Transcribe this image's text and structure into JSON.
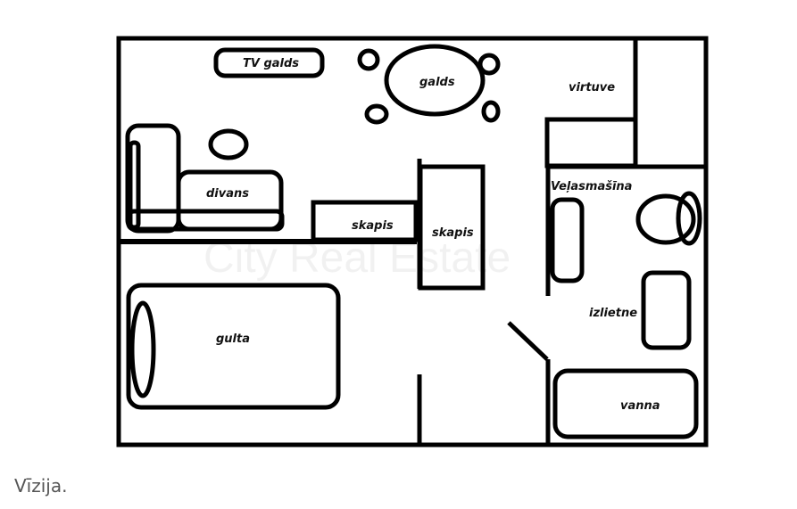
{
  "plan": {
    "labels": {
      "tv_table": "TV galds",
      "table": "galds",
      "kitchen": "virtuve",
      "sofa": "divans",
      "wardrobe_1": "skapis",
      "wardrobe_2": "skapis",
      "washing_machine": "Veļasmašīna",
      "sink": "izlietne",
      "bed": "gulta",
      "bathtub": "vanna"
    },
    "watermark": "City Real Estate",
    "line_color": "#000000"
  },
  "caption": "Vīzija."
}
